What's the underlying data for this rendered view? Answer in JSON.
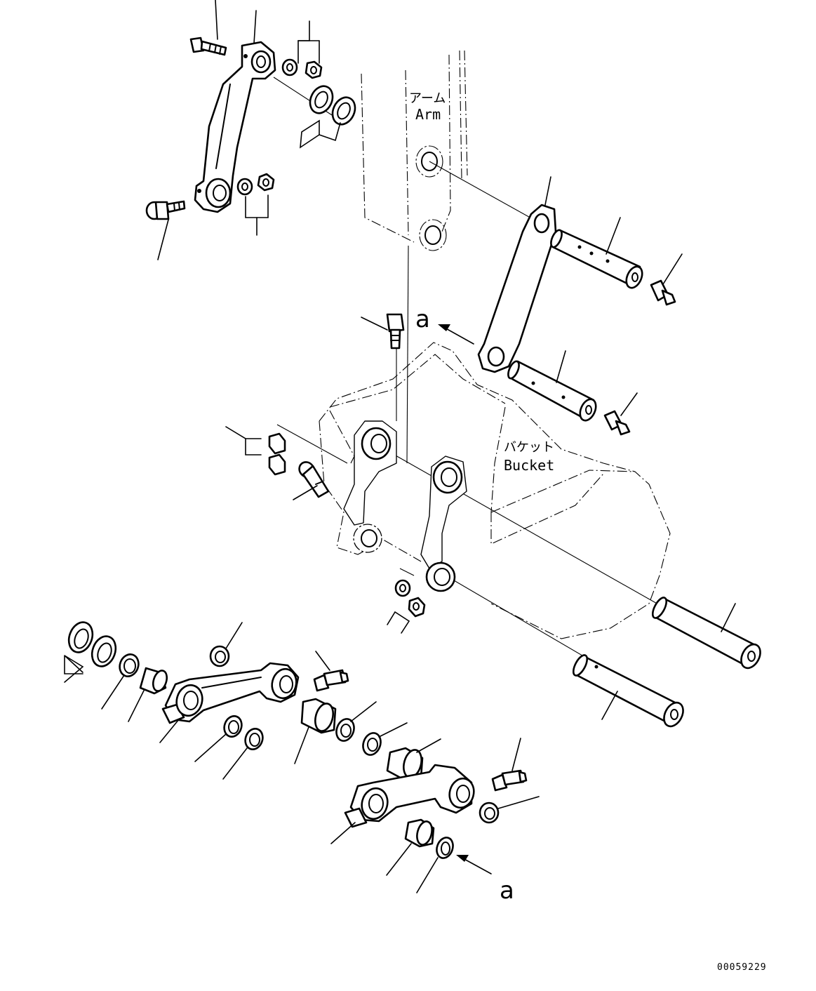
{
  "labels": {
    "arm_jp": "アーム",
    "arm_en": "Arm",
    "bucket_jp": "バケット",
    "bucket_en": "Bucket",
    "ref_top": "a",
    "ref_bottom": "a",
    "drawing_code": "00059229"
  }
}
